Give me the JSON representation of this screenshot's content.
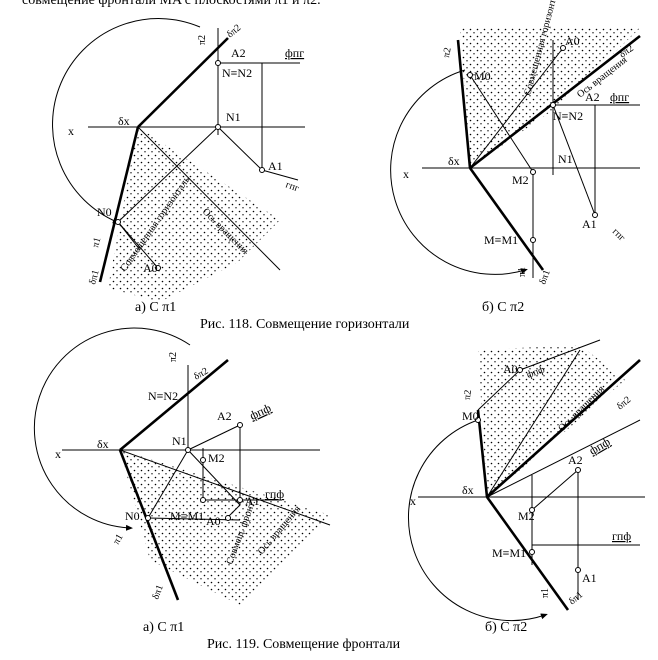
{
  "header_text": "совмещение фронтали MA с плоскостями π1 и π2.",
  "fig118": {
    "title": "Рис. 118.  Совмещение горизонтали",
    "caption_a": "а)  С π1",
    "caption_b": "б)  С π2",
    "a": {
      "x": "x",
      "dx": "δx",
      "A2": "A2",
      "NN2": "N≡N2",
      "N1": "N1",
      "A1": "A1",
      "N0": "N0",
      "A0": "A0",
      "fpg": "фпг",
      "gpg": "гпг",
      "pi2": "π2",
      "d2": "δπ2",
      "pi1": "π1",
      "d1": "δπ1",
      "axis": "Ось вращения",
      "comb": "Совмещенная горизонталь"
    },
    "b": {
      "x": "x",
      "dx": "δx",
      "M0": "M0",
      "A0": "A0",
      "A2": "A2",
      "fpg": "фпг",
      "NN2": "N≡N2",
      "N1": "N1",
      "M2": "M2",
      "MM1": "M≡M1",
      "A1": "A1",
      "gpg": "гпг",
      "pi2": "π2",
      "pi1": "π1",
      "d1": "δπ1",
      "d2": "δπ2",
      "axis": "Ось вращения",
      "comb": "Совмещенная горизонталь"
    }
  },
  "fig119": {
    "title": "Рис. 119.  Совмещение фронтали",
    "caption_a": "а)  С π1",
    "caption_b": "б)  С π2",
    "a": {
      "x": "x",
      "dx": "δx",
      "NN2": "N≡N2",
      "N1": "N1",
      "A2": "A2",
      "fpf": "фпф",
      "M2": "M2",
      "MM1": "M≡M1",
      "A1": "A1",
      "gpf": "гпф",
      "N0": "N0",
      "A0": "A0",
      "pi2": "π2",
      "d2": "δπ2",
      "pi1": "π1",
      "d1": "δπ1",
      "axis": "Ось вращения",
      "comb": "Совмещ. фронт."
    },
    "b": {
      "x": "x",
      "dx": "δx",
      "M0": "M0",
      "A0": "A0",
      "fpf": "фпф",
      "A2": "A2",
      "M2": "M2",
      "MM1": "M≡M1",
      "A1": "A1",
      "gpf": "гпф",
      "pi2": "π2",
      "pi1": "π1",
      "d2": "δπ2",
      "d1": "δπ1",
      "axis": "Ось вращения"
    }
  }
}
